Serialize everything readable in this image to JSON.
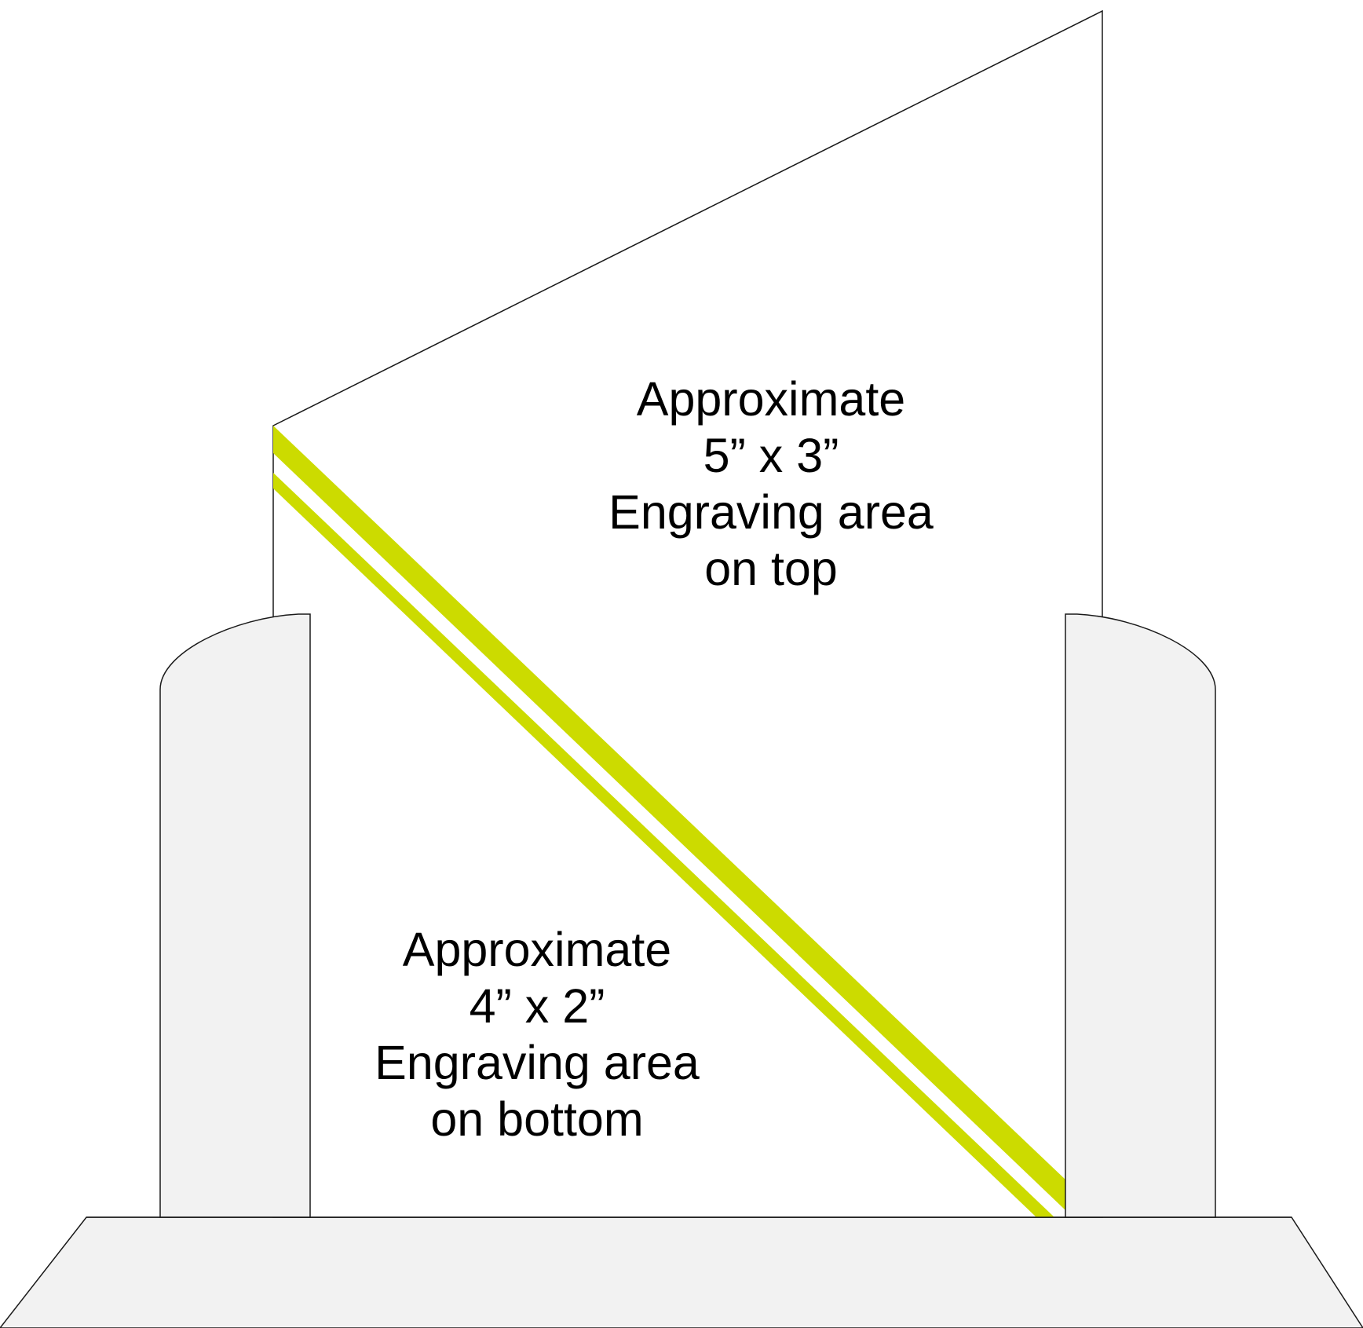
{
  "top_area": {
    "line1": "Approximate",
    "line2": "5” x 3”",
    "line3": "Engraving area",
    "line4": "on top"
  },
  "bottom_area": {
    "line1": "Approximate",
    "line2": "4” x 2”",
    "line3": "Engraving area",
    "line4": "on bottom"
  },
  "colors": {
    "stripe": "#CCDB00",
    "base_fill": "#F2F2F2",
    "outline": "#1A1A1A",
    "panel_fill": "#FFFFFF"
  }
}
